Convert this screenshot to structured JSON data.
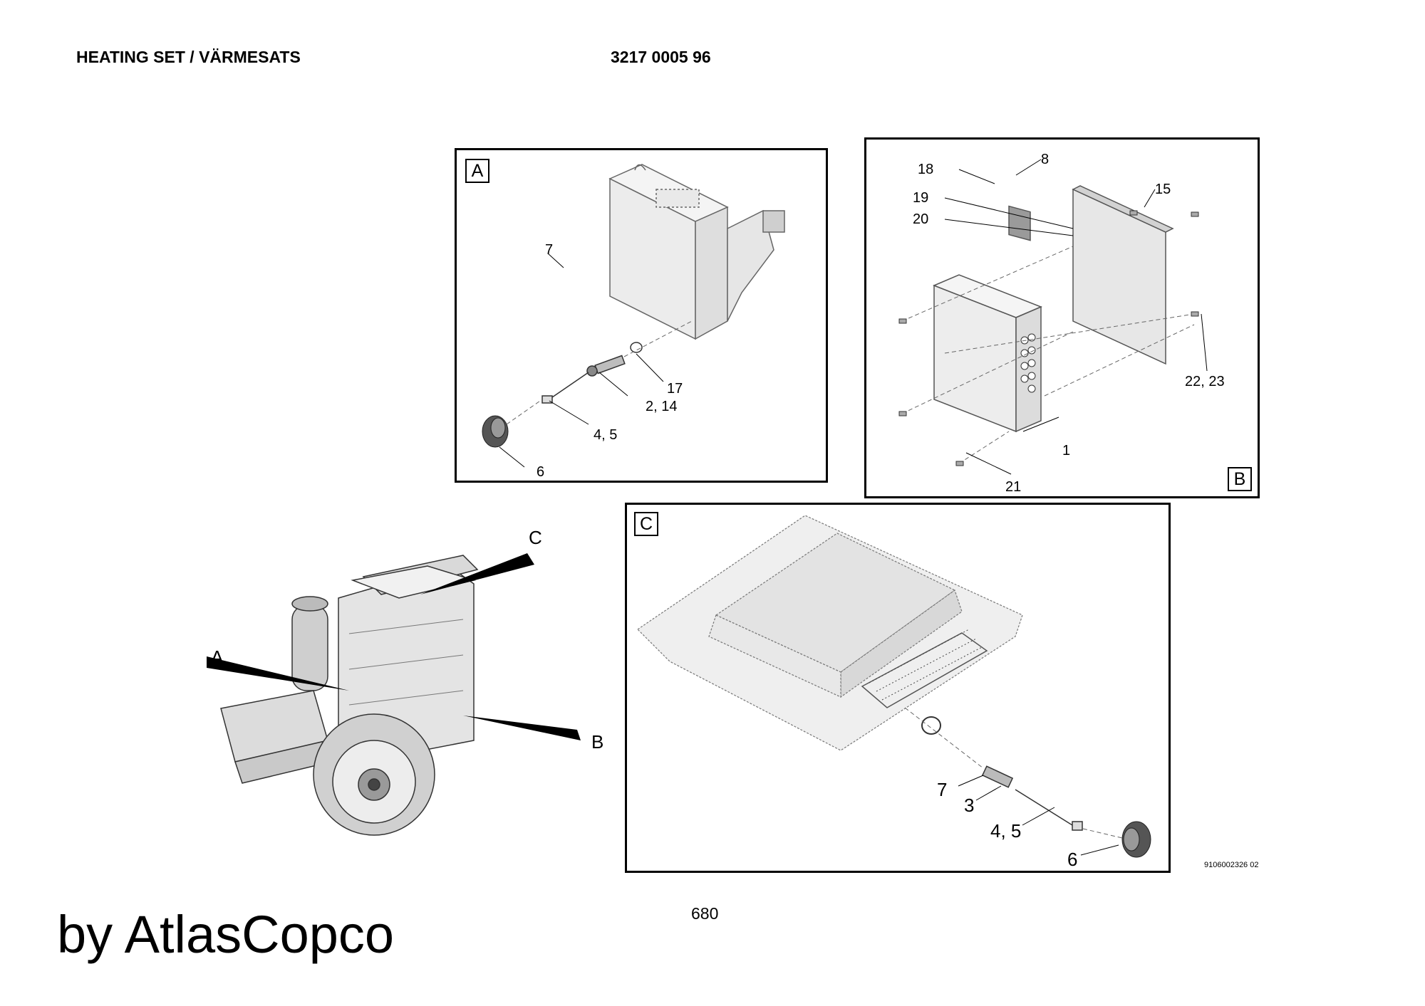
{
  "header": {
    "title": "HEATING SET / VÄRMESATS",
    "part_number": "3217 0005 96"
  },
  "panels": {
    "A": {
      "label": "A",
      "callouts": [
        "7",
        "17",
        "2, 14",
        "4, 5",
        "6"
      ]
    },
    "B": {
      "label": "B",
      "callouts": [
        "8",
        "18",
        "19",
        "20",
        "15",
        "22, 23",
        "1",
        "21"
      ]
    },
    "C": {
      "label": "C",
      "callouts": [
        "7",
        "3",
        "4, 5",
        "6"
      ]
    }
  },
  "overview": {
    "pointer_labels": [
      "A",
      "B",
      "C"
    ]
  },
  "drawing_number": "9106002326 02",
  "page_number": "680",
  "brand_watermark": "by AtlasCopco"
}
